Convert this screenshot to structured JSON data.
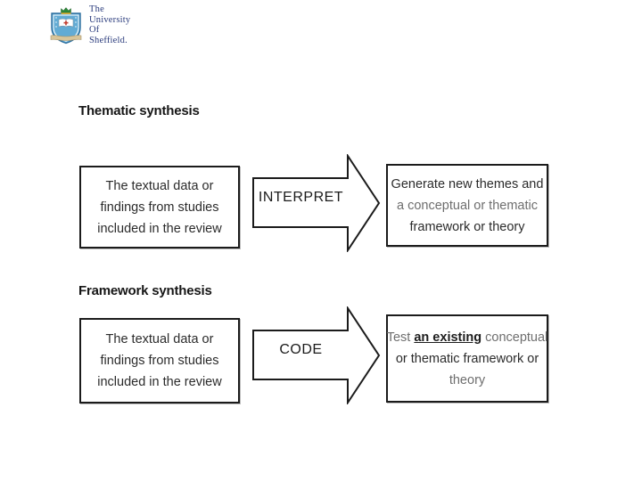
{
  "page": {
    "background": "#ffffff"
  },
  "logo": {
    "name_lines": [
      "The",
      "University",
      "Of",
      "Sheffield."
    ],
    "text_color": "#2a3b7c",
    "crest_icon": "university-of-sheffield-crest",
    "crest_colors": {
      "shield": "#62abd4",
      "shield_border": "#2d6e9e",
      "crown": "#2f8a3a",
      "book": "#ffffff",
      "cross": "#c23b2e",
      "banner": "#d8c59a"
    }
  },
  "colors": {
    "box_border": "#1b1b1b",
    "text_dark": "#2b2b2b",
    "text_faded": "#6e6e6e"
  },
  "diagram": {
    "sections": [
      {
        "heading": "Thematic synthesis",
        "source_box": {
          "lines": [
            "The textual data or",
            "findings from studies",
            "included in the review"
          ]
        },
        "arrow_label": "INTERPRET",
        "result_box": {
          "lines": [
            "Generate new themes and",
            "a conceptual or thematic",
            "framework or theory"
          ]
        }
      },
      {
        "heading": "Framework synthesis",
        "source_box": {
          "lines": [
            "The textual data or",
            "findings from studies",
            "included in the review"
          ]
        },
        "arrow_label": "CODE",
        "result_box": {
          "line1_prefix": "Test ",
          "line1_emphasis": "an existing",
          "line1_suffix": " conceptual",
          "line2": "or thematic framework or",
          "line3": "theory"
        }
      }
    ]
  }
}
